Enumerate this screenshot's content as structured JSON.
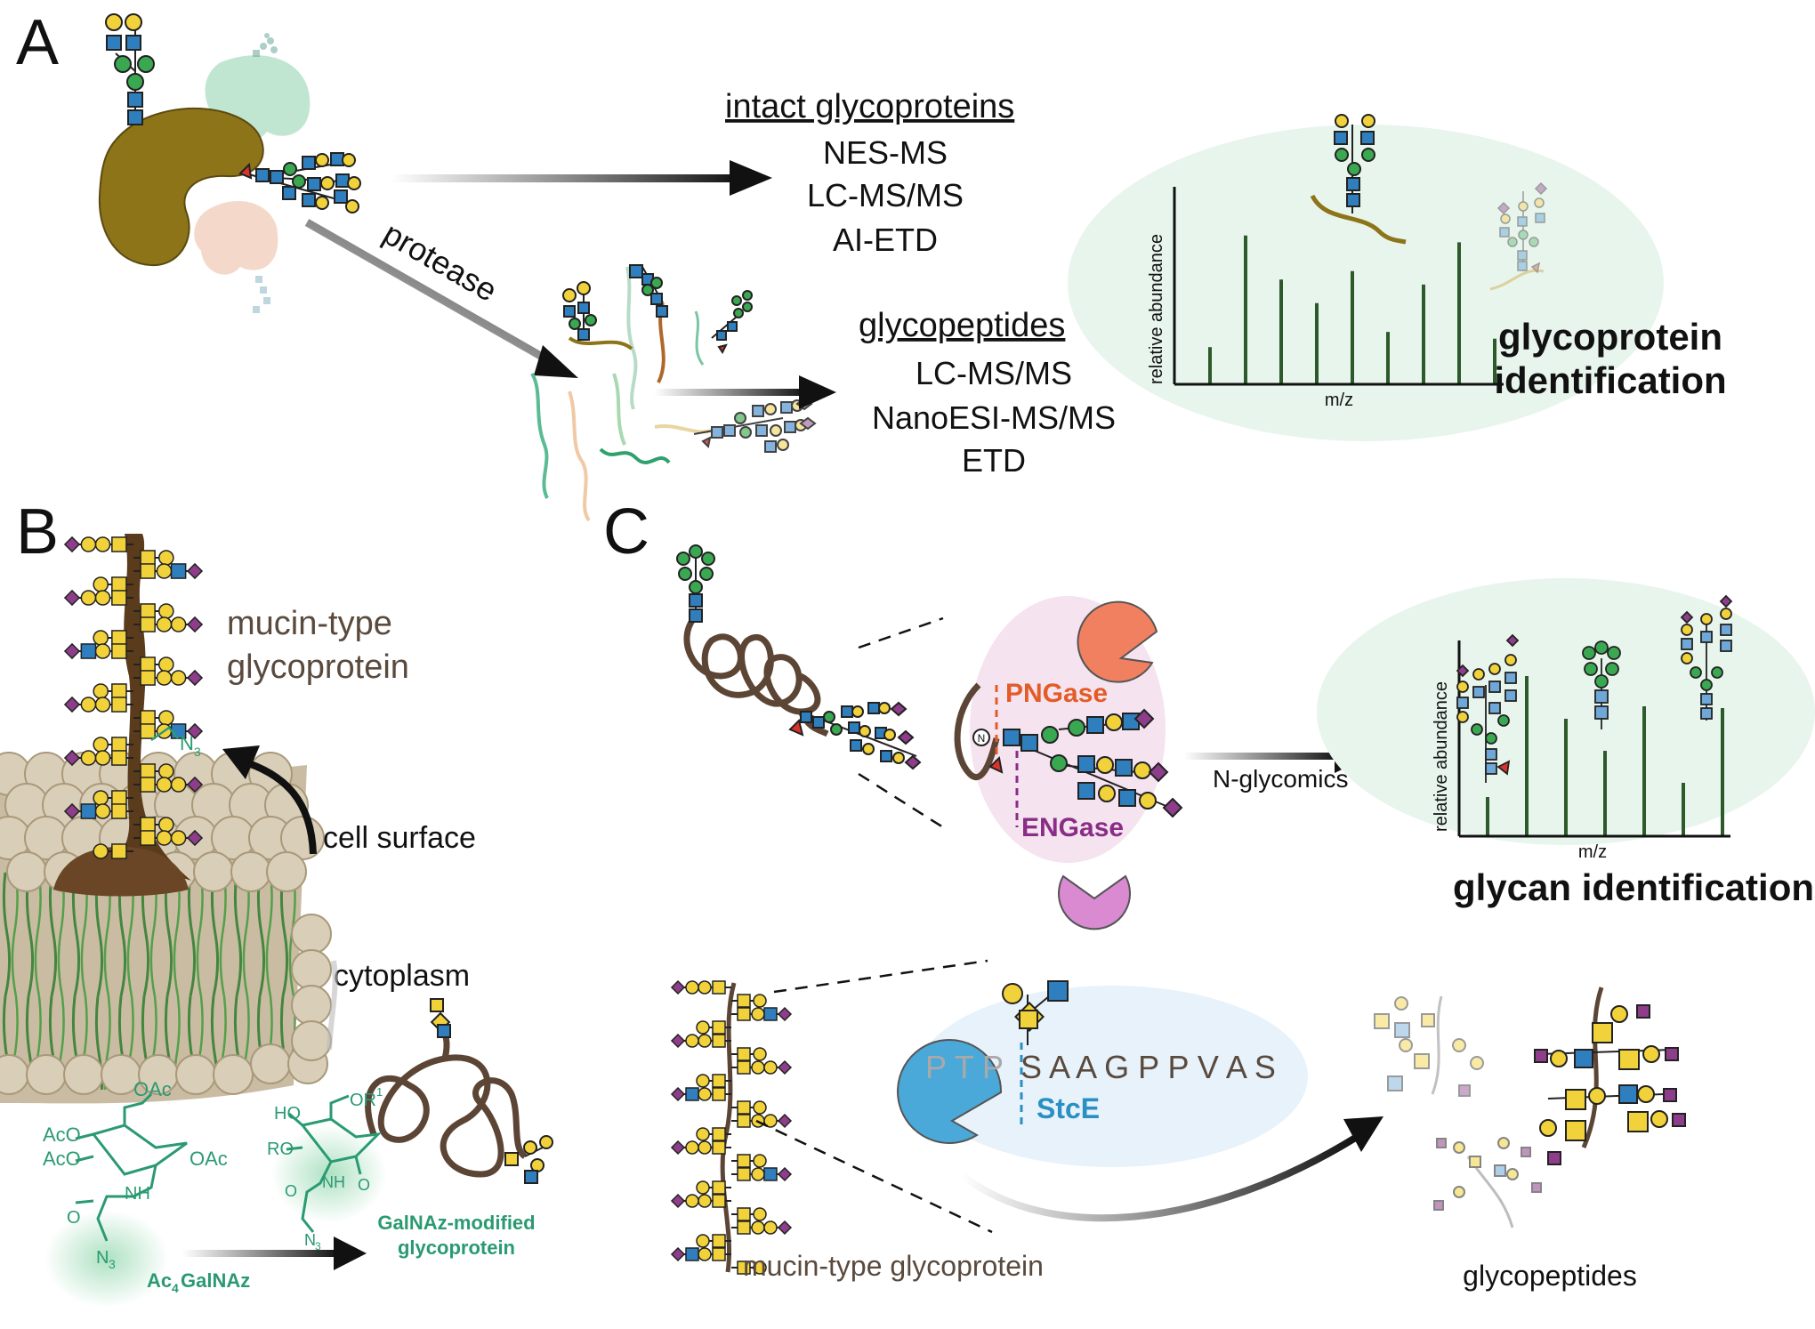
{
  "panels": {
    "a": "A",
    "b": "B",
    "c": "C"
  },
  "panel_a": {
    "intact_heading": "intact glycoproteins",
    "intact_methods": [
      "NES-MS",
      "LC-MS/MS",
      "AI-ETD"
    ],
    "protease_label": "protease",
    "glycopeptides_heading": "glycopeptides",
    "glycopeptide_methods": [
      "LC-MS/MS",
      "NanoESI-MS/MS",
      "ETD"
    ],
    "ylabel": "relative abundance",
    "xlabel": "m/z",
    "result_line1": "glycoprotein",
    "result_line2": "identification",
    "spectrum_values": [
      0.22,
      0.88,
      0.62,
      0.48,
      0.67,
      0.31,
      0.59,
      0.84,
      0.27
    ]
  },
  "panel_b": {
    "title_line1": "mucin-type",
    "title_line2": "glycoprotein",
    "azide_label": "N",
    "azide_sub": "3",
    "cell_surface": "cell surface",
    "cytoplasm": "cytoplasm",
    "sugar_labels": {
      "aco1": "AcO",
      "oac1": "OAc",
      "aco2": "AcO",
      "oac2": "OAc",
      "nh1": "NH",
      "o1": "O",
      "n3": "N",
      "n3_sub": "3",
      "ho": "HO",
      "or1": "OR",
      "or1_sup": "1",
      "ro": "RO",
      "nh2": "NH",
      "o2": "O",
      "o3": "O",
      "n3b": "N",
      "n3b_sub": "3"
    },
    "reagent_prefix": "Ac",
    "reagent_sub": "4",
    "reagent_suffix": "GalNAz",
    "modified_line1": "GalNAz-modified",
    "modified_line2": "glycoprotein"
  },
  "panel_c": {
    "n_symbol": "N",
    "pngase": "PNGase",
    "engase": "ENGase",
    "n_glycomics": "N-glycomics",
    "ylabel": "relative abundance",
    "xlabel": "m/z",
    "result": "glycan identification",
    "spectrum_values": [
      0.22,
      0.9,
      0.66,
      0.48,
      0.73,
      0.3,
      0.72
    ],
    "peptide_faded": "P T P",
    "peptide_main": "S A A G P P V A S",
    "stce": "StcE",
    "mucin_label": "mucin-type glycoprotein",
    "glycopeptides_label": "glycopeptides"
  },
  "colors": {
    "glcnac": "#2f7fbf",
    "mannose": "#3aa851",
    "galactose": "#f2d23a",
    "galnac": "#f2d23a",
    "sialic": "#8e3d8a",
    "fucose": "#d8342c",
    "spectrum": "#2d5a2a",
    "pngase": "#e35c28",
    "engase": "#8a2d86",
    "stce": "#2a8fc2",
    "chem": "#2a9a72",
    "protein": "#8a7420"
  }
}
